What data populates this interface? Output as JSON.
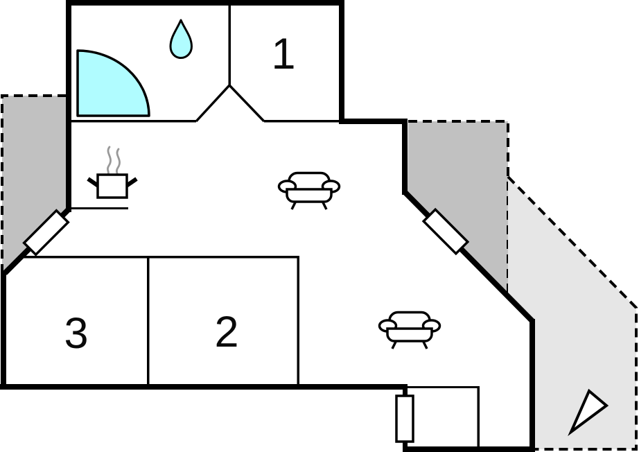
{
  "plan": {
    "type": "holiday-house-floor-plan",
    "rooms": [
      {
        "id": "bedroom-1",
        "label": "1"
      },
      {
        "id": "bedroom-2",
        "label": "2"
      },
      {
        "id": "bedroom-3",
        "label": "3"
      }
    ],
    "colors": {
      "wall": "#000000",
      "interior_fill": "#ffffff",
      "water_feature": "#b0fcff",
      "terrace_dark": "#c1c1c1",
      "terrace_light": "#e6e6e6",
      "steam": "#999999",
      "label_text": "#0a0a0a"
    },
    "icons": {
      "bathroom": "water-drop-icon",
      "bathroom_door": "door-swing-icon",
      "kitchen": "stove-pot-icon",
      "living": "sofa-top-view-icon",
      "windows": "window-icon",
      "compass": "north-arrow-icon"
    }
  }
}
